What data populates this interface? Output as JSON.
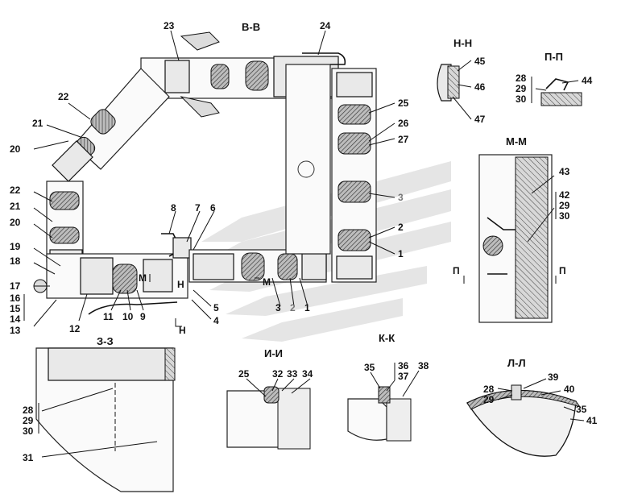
{
  "sections": {
    "main": "В-В",
    "nn": "Н-Н",
    "pp": "П-П",
    "mm": "М-М",
    "zz": "З-З",
    "ii": "И-И",
    "kk": "К-К",
    "ll": "Л-Л"
  },
  "cut_markers": {
    "m1": "М",
    "m2": "М",
    "h1": "Н",
    "h2": "Н",
    "p1": "П",
    "p2": "П"
  },
  "main_labels": {
    "n23": "23",
    "n24": "24",
    "n22a": "22",
    "n21a": "21",
    "n20a": "20",
    "n22b": "22",
    "n21b": "21",
    "n20b": "20",
    "n19": "19",
    "n18": "18",
    "n17": "17",
    "n16": "16",
    "n15": "15",
    "n14": "14",
    "n13": "13",
    "n12": "12",
    "n11": "11",
    "n10": "10",
    "n9": "9",
    "n8": "8",
    "n7": "7",
    "n6": "6",
    "n5": "5",
    "n4": "4",
    "n3a": "3",
    "n2a": "2",
    "n1a": "1",
    "n25": "25",
    "n26": "26",
    "n27": "27",
    "n3b": "3",
    "n2b": "2",
    "n1b": "1"
  },
  "nn_labels": {
    "n45": "45",
    "n46": "46",
    "n47": "47"
  },
  "pp_labels": {
    "n28": "28",
    "n29": "29",
    "n30": "30",
    "n44": "44"
  },
  "mm_labels": {
    "n43": "43",
    "n42": "42",
    "n29": "29",
    "n30": "30"
  },
  "zz_labels": {
    "n28": "28",
    "n29": "29",
    "n30": "30",
    "n31": "31"
  },
  "ii_labels": {
    "n25": "25",
    "n32": "32",
    "n33": "33",
    "n34": "34"
  },
  "kk_labels": {
    "n35": "35",
    "n36": "36",
    "n37": "37",
    "n38": "38"
  },
  "ll_labels": {
    "n28": "28",
    "n29": "29",
    "n39": "39",
    "n40": "40",
    "n35": "35",
    "n41": "41"
  }
}
